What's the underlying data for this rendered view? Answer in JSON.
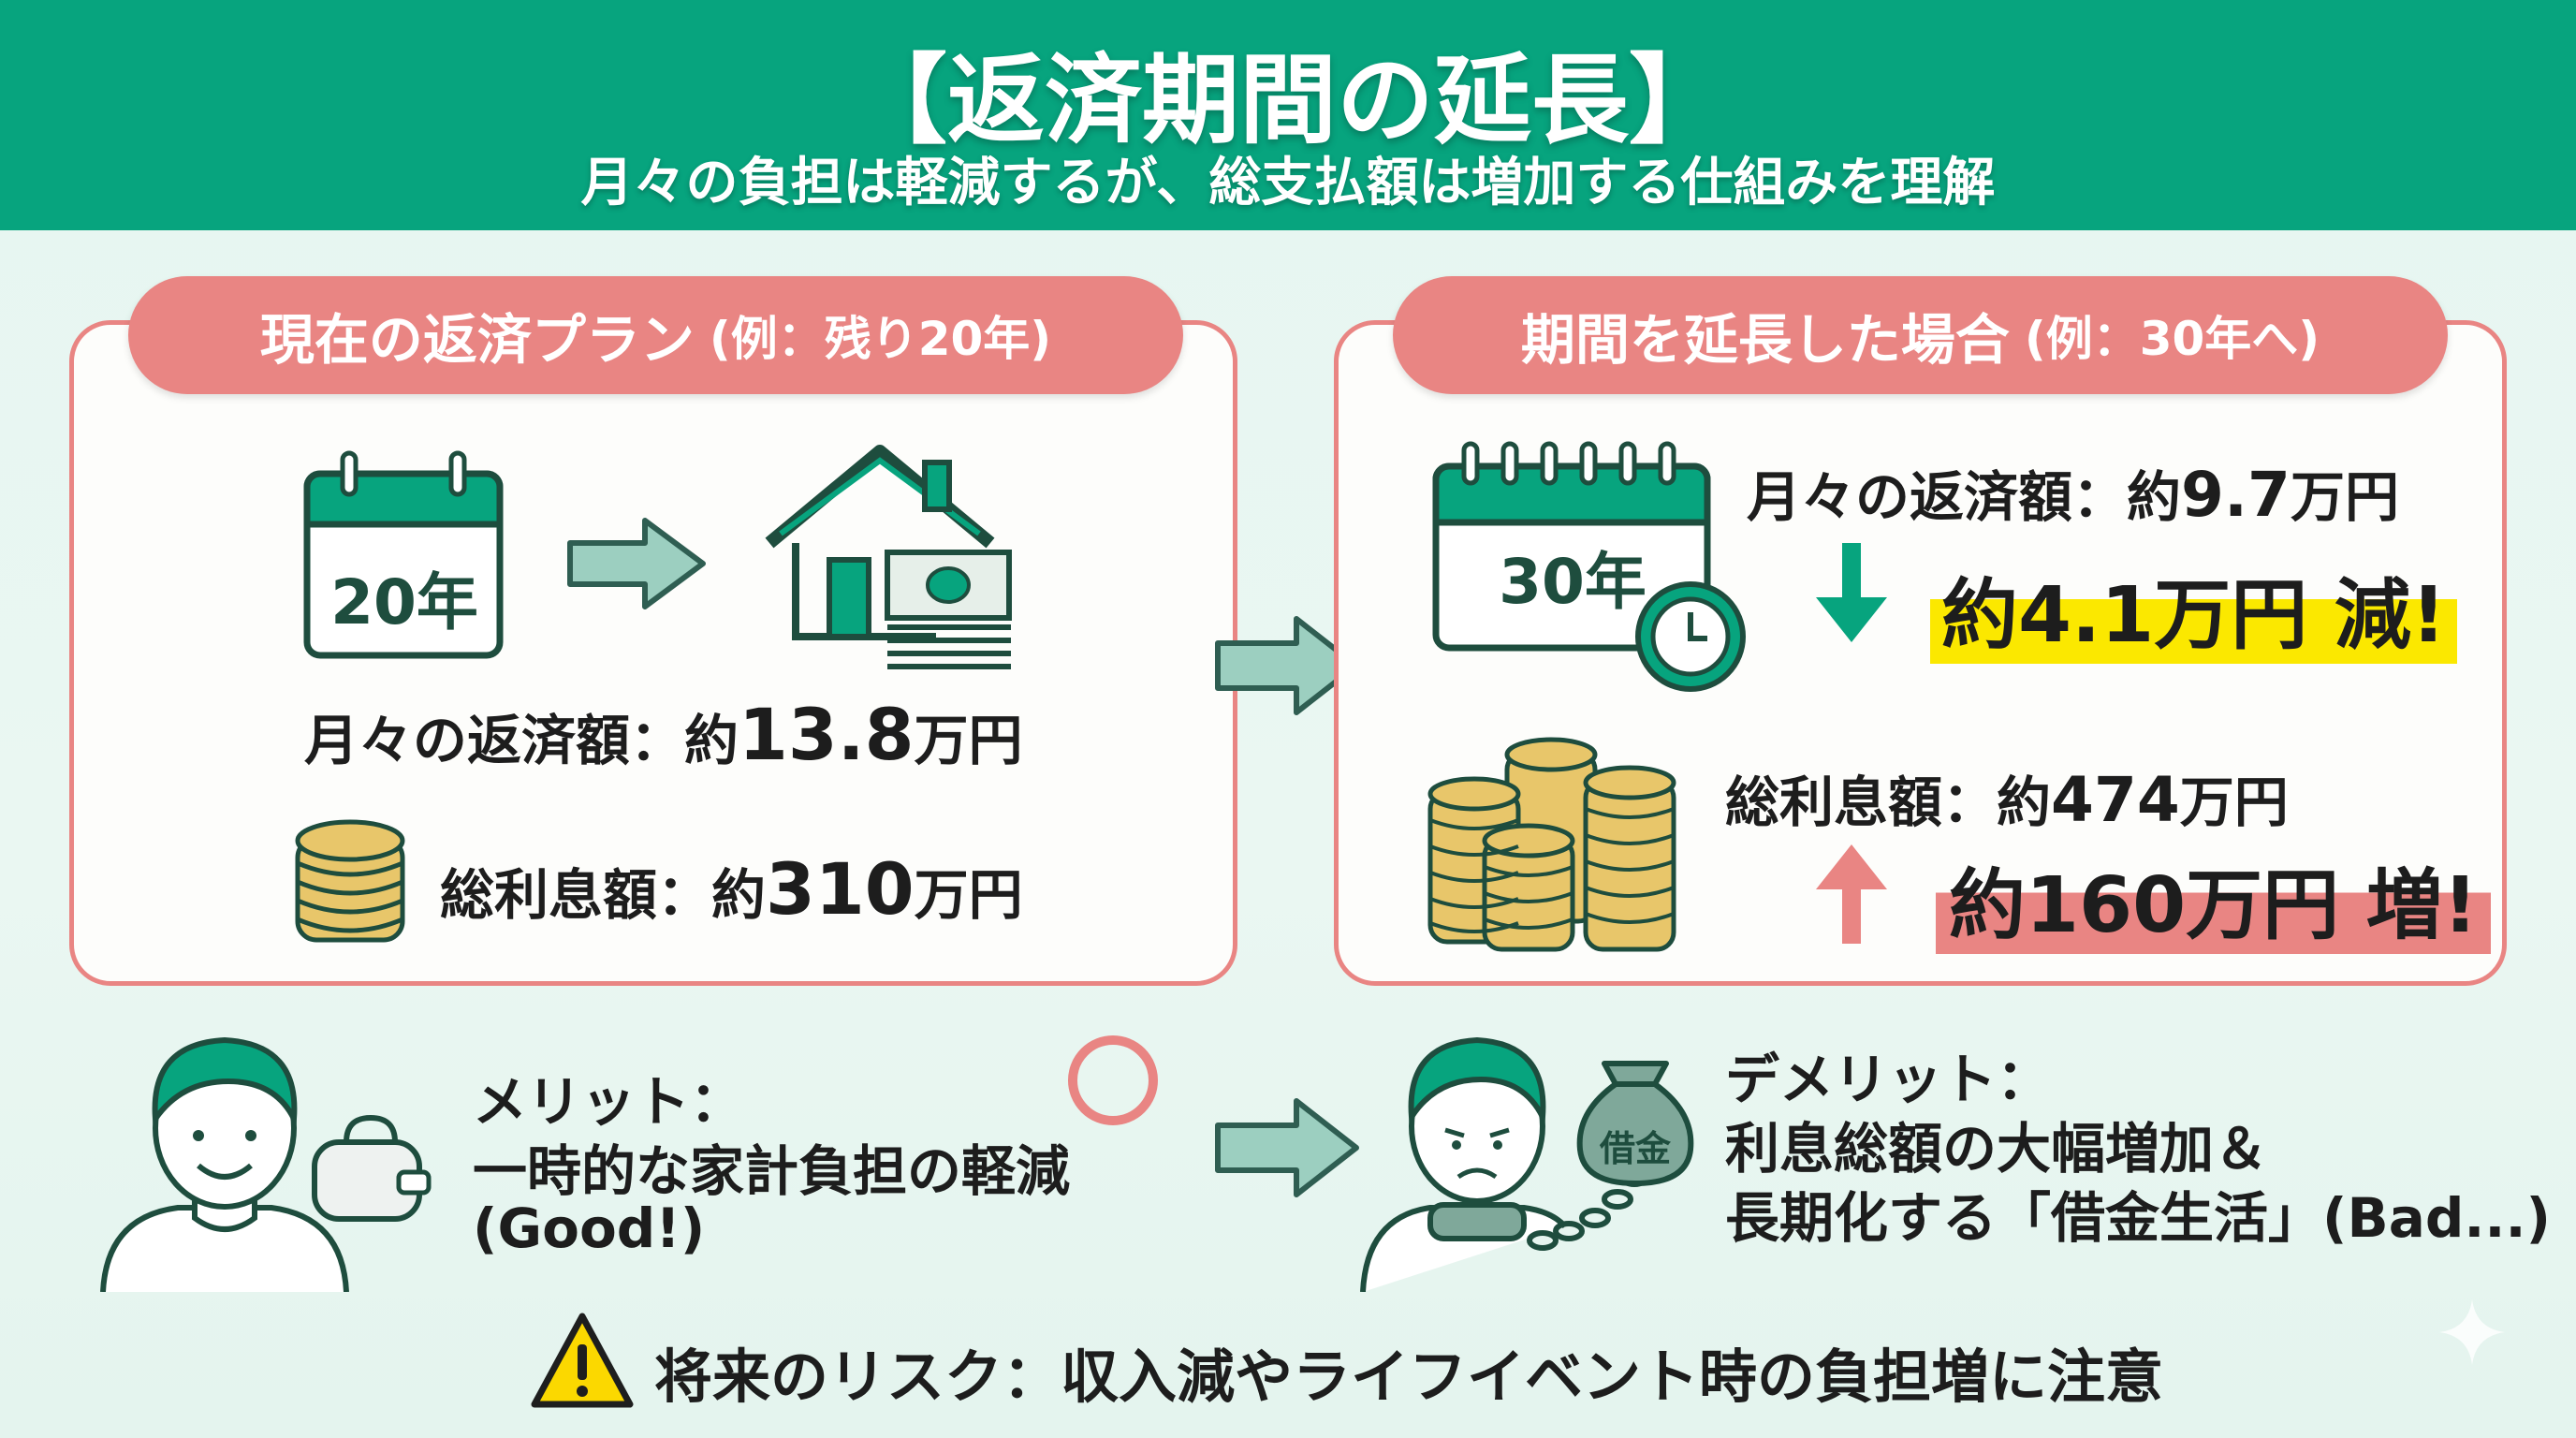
{
  "header": {
    "title": "【返済期間の延長】",
    "subtitle": "月々の負担は軽減するが、総支払額は増加する仕組みを理解"
  },
  "current": {
    "heading": "現在の返済プラン",
    "heading_note": "(例：残り20年)",
    "calendar_label": "20年",
    "monthly_label": "月々の返済額：約",
    "monthly_value": "13.8",
    "monthly_unit": "万円",
    "interest_label": "総利息額：約",
    "interest_value": "310",
    "interest_unit": "万円"
  },
  "extended": {
    "heading": "期間を延長した場合",
    "heading_note": "(例：30年へ)",
    "calendar_label": "30年",
    "monthly_label": "月々の返済額：約",
    "monthly_value": "9.7",
    "monthly_unit": "万円",
    "decrease_text": "約4.1万円 減!",
    "interest_label": "総利息額：約",
    "interest_value": "474",
    "interest_unit": "万円",
    "increase_text": "約160万円 増!"
  },
  "merit": {
    "title": "メリット：",
    "line1": "一時的な家計負担の軽減",
    "line2": "(Good!)"
  },
  "demerit": {
    "title": "デメリット：",
    "line1": "利息総額の大幅増加＆",
    "line2": "長期化する「借金生活」(Bad...)",
    "bag_label": "借金"
  },
  "warning": {
    "text": "将来のリスク：収入減やライフイベント時の負担増に注意"
  },
  "colors": {
    "green": "#07a47e",
    "coral": "#e98583",
    "yellow": "#fbe800",
    "coin": "#e8c66a",
    "dark": "#1e4d3e"
  }
}
